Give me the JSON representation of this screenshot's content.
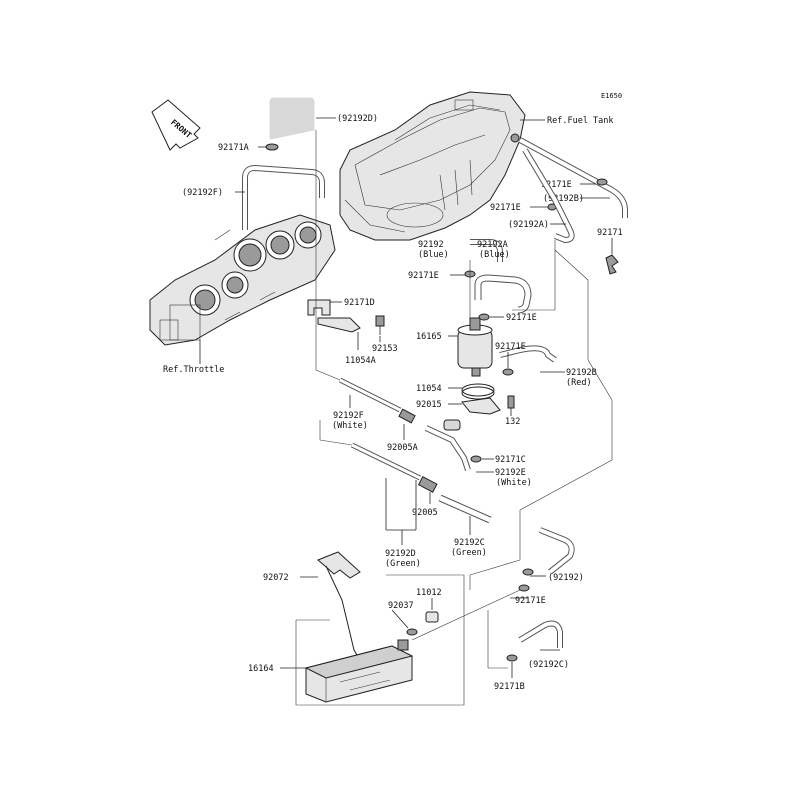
{
  "diagram": {
    "code": "E1650",
    "front_label": "FRONT",
    "refs": {
      "fuel_tank": "Ref.Fuel Tank",
      "throttle": "Ref.Throttle"
    },
    "callouts": {
      "c_92192D_top": "(92192D)",
      "c_92171A": "92171A",
      "c_92192F_top": "(92192F)",
      "c_92171E_a": "92171E",
      "c_92192B": "(92192B)",
      "c_92171E_b": "92171E",
      "c_92192A_paren": "(92192A)",
      "c_92171": "92171",
      "c_92192": "92192",
      "c_92192_blue": "(Blue)",
      "c_92192A": "92192A",
      "c_92192A_blue": "(Blue)",
      "c_92171E_c": "92171E",
      "c_92171D": "92171D",
      "c_92153": "92153",
      "c_11054A": "11054A",
      "c_92171E_d": "92171E",
      "c_16165": "16165",
      "c_92171E_e": "92171E",
      "c_92192B_red": "92192B",
      "c_red": "(Red)",
      "c_11054": "11054",
      "c_92015": "92015",
      "c_132": "132",
      "c_92192F": "92192F",
      "c_white_a": "(White)",
      "c_92005A": "92005A",
      "c_92171C": "92171C",
      "c_92192E": "92192E",
      "c_white_b": "(White)",
      "c_92005": "92005",
      "c_92192C": "92192C",
      "c_green_a": "(Green)",
      "c_92192D": "92192D",
      "c_green_b": "(Green)",
      "c_92072": "92072",
      "c_92192_paren": "(92192)",
      "c_11012": "11012",
      "c_92037": "92037",
      "c_92171E_f": "92171E",
      "c_16164": "16164",
      "c_92192C_paren": "(92192C)",
      "c_92171B": "92171B"
    }
  }
}
